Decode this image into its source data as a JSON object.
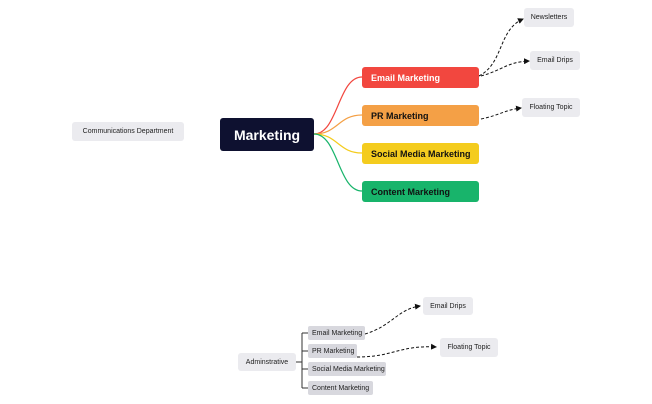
{
  "mindmap_main": {
    "root": {
      "label": "Marketing",
      "color": "#0e1130"
    },
    "branches": [
      {
        "label": "Email Marketing",
        "color": "#f2473f",
        "text_color": "#ffffff"
      },
      {
        "label": "PR Marketing",
        "color": "#f4a046",
        "text_color": "#111111"
      },
      {
        "label": "Social Media Marketing",
        "color": "#f4cc1e",
        "text_color": "#111111"
      },
      {
        "label": "Content Marketing",
        "color": "#18b46b",
        "text_color": "#111111"
      }
    ],
    "subtopics": [
      {
        "label": "Newsletters"
      },
      {
        "label": "Email Drips"
      },
      {
        "label": "Floating Topic"
      }
    ]
  },
  "floating_topic": {
    "label": "Communications Department"
  },
  "mindmap_secondary": {
    "root": {
      "label": "Adminstrative"
    },
    "branches": [
      {
        "label": "Email Marketing"
      },
      {
        "label": "PR Marketing"
      },
      {
        "label": "Social Media Marketing"
      },
      {
        "label": "Content Marketing"
      }
    ],
    "subtopics": [
      {
        "label": "Email Drips"
      },
      {
        "label": "Floating Topic"
      }
    ]
  }
}
